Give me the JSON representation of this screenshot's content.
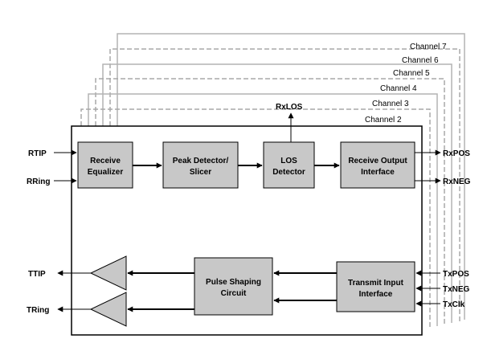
{
  "channels": [
    "Channel 7",
    "Channel 6",
    "Channel 5",
    "Channel 4",
    "Channel 3",
    "Channel 2"
  ],
  "blocks": {
    "receive_equalizer": [
      "Receive",
      "Equalizer"
    ],
    "peak_detector": [
      "Peak Detector/",
      "Slicer"
    ],
    "los_detector": [
      "LOS",
      "Detector"
    ],
    "receive_output": [
      "Receive Output",
      "Interface"
    ],
    "pulse_shaping": [
      "Pulse Shaping",
      "Circuit"
    ],
    "transmit_input": [
      "Transmit Input",
      "Interface"
    ]
  },
  "signals": {
    "rtip": "RTIP",
    "rring": "RRing",
    "rxlos": "RxLOS",
    "rxpos": "RxPOS",
    "rxneg": "RxNEG",
    "ttip": "TTIP",
    "tring": "TRing",
    "txpos": "TxPOS",
    "txneg": "TxNEG",
    "txclk": "TxClk"
  },
  "colors": {
    "block_fill": "#c8c8c8",
    "channel_outline": "#9a9a9a",
    "line": "#000000"
  }
}
